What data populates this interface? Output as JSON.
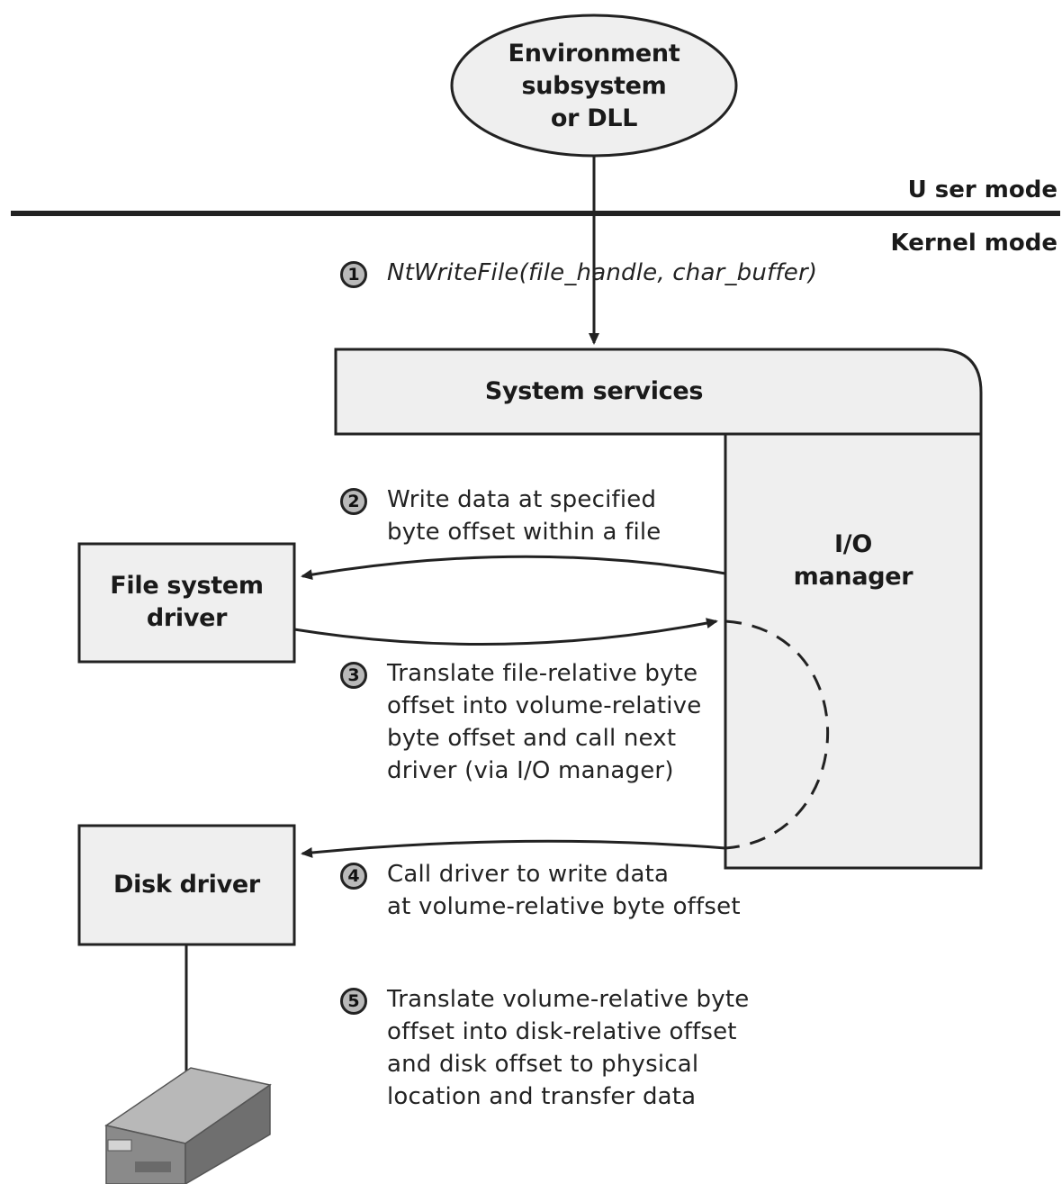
{
  "environment": {
    "label": "Environment\nsubsystem\nor DLL"
  },
  "modes": {
    "user": "U ser mode",
    "kernel": "Kernel mode"
  },
  "system_services": {
    "label": "System services"
  },
  "io_manager": {
    "label": "I/O\nmanager"
  },
  "file_system_driver": {
    "label": "File system\ndriver"
  },
  "disk_driver": {
    "label": "Disk driver"
  },
  "steps": [
    {
      "num": "1",
      "text": "NtWriteFile(file_handle, char_buffer)"
    },
    {
      "num": "2",
      "text": "Write data at specified\nbyte offset within a file"
    },
    {
      "num": "3",
      "text": "Translate file-relative byte\noffset into volume-relative\nbyte offset and call next\ndriver (via I/O manager)"
    },
    {
      "num": "4",
      "text": "Call driver to write data\nat volume-relative byte offset"
    },
    {
      "num": "5",
      "text": "Translate volume-relative byte\noffset into disk-relative offset\nand disk offset to physical\nlocation and transfer data"
    }
  ],
  "colors": {
    "fill": "#efefef",
    "stroke": "#222222",
    "disk": "#9a9a9a"
  },
  "icons": {
    "disk": "disk-drive-icon"
  }
}
